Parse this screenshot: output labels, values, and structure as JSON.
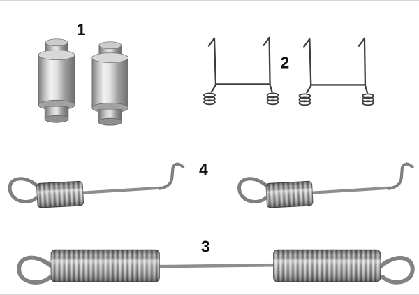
{
  "figure": {
    "type": "parts-diagram",
    "background": "#ffffff",
    "frame_line_color": "#d6d6d6"
  },
  "callouts": {
    "c1": {
      "label": "1",
      "part": "pin-rollers"
    },
    "c2": {
      "label": "2",
      "part": "hold-down-spring-clips"
    },
    "c3": {
      "label": "3",
      "part": "long-return-spring"
    },
    "c4": {
      "label": "4",
      "part": "return-springs"
    }
  },
  "colors": {
    "label_text": "#101010",
    "wire_dark": "#3d3d3d",
    "wire_light": "#7f7f7f",
    "metal_highlight": "#f1f1f1",
    "metal_shadow": "#6f6f6f",
    "coil_light": "#e0e0e0",
    "coil_dark": "#6b6b6b"
  }
}
